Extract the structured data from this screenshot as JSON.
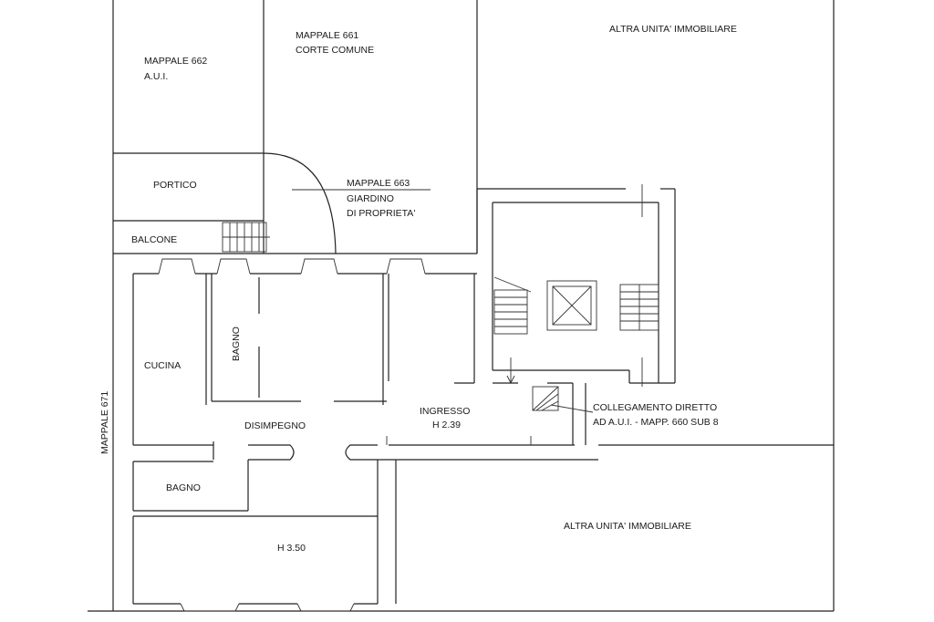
{
  "labels": {
    "mappale_662": "MAPPALE 662",
    "aui": "A.U.I.",
    "mappale_661": "MAPPALE 661",
    "corte_comune": "CORTE COMUNE",
    "altra_unita_top": "ALTRA UNITA' IMMOBILIARE",
    "portico": "PORTICO",
    "mappale_663": "MAPPALE 663",
    "giardino": "GIARDINO",
    "di_proprieta": "DI PROPRIETA'",
    "balcone": "BALCONE",
    "bagno_upper": "BAGNO",
    "cucina": "CUCINA",
    "mappale_671": "MAPPALE 671",
    "disimpegno": "DISIMPEGNO",
    "ingresso": "INGRESSO",
    "ingresso_height": "H 2.39",
    "collegamento": "COLLEGAMENTO DIRETTO",
    "collegamento_detail": "AD A.U.I. - MAPP. 660 SUB 8",
    "bagno_lower": "BAGNO",
    "room_height": "H 3.50",
    "altra_unita_bottom": "ALTRA UNITA' IMMOBILIARE"
  }
}
